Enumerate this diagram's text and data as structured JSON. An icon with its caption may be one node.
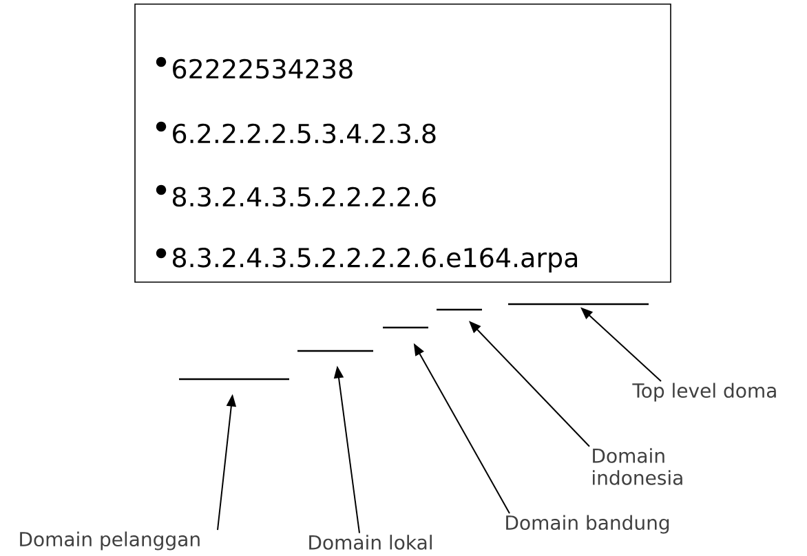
{
  "diagram": {
    "nodes": [
      {
        "text": [
          "62222534238",
          "6.2.2.2.2.5.3.4.2.3.8",
          "8.3.2.4.3.5.2.2.2.2.6",
          "8.3.2.4.3.5.2.2.2.2.6.e164.arpa"
        ]
      },
      {
        "text": [],
        "shape": "bar"
      },
      {
        "text": [],
        "shape": "bar"
      },
      {
        "text": [],
        "shape": "bar"
      },
      {
        "text": [],
        "shape": "bar"
      },
      {
        "text": [],
        "shape": "bar"
      },
      {
        "text": [
          "Top level doma"
        ]
      },
      {
        "text": [
          "Domain indonesia"
        ]
      },
      {
        "text": [
          "Domain bandung"
        ]
      },
      {
        "text": [
          "Domain pelanggan"
        ]
      },
      {
        "text": [
          "Domain lokal"
        ]
      }
    ],
    "edges": [
      {
        "from": 9,
        "to": 1,
        "arrow": "to"
      },
      {
        "from": 10,
        "to": 2,
        "arrow": "to"
      },
      {
        "from": 8,
        "to": 3,
        "arrow": "to"
      },
      {
        "from": 7,
        "to": 4,
        "arrow": "to"
      },
      {
        "from": 6,
        "to": 5,
        "arrow": "to"
      }
    ]
  }
}
